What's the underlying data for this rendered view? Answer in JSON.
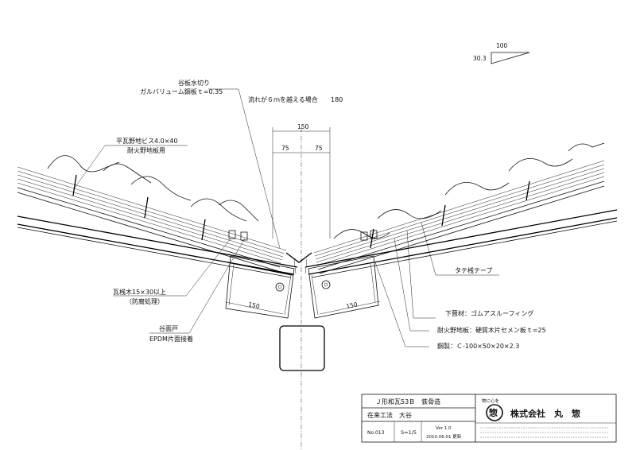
{
  "slope": {
    "run": "100",
    "rise": "30.3"
  },
  "labels": {
    "valley_flashing_1": "谷板水切り",
    "valley_flashing_2": "ガルバリューム鋼板ｔ=0.35",
    "note_flow": "流れが６ｍを越える場合",
    "note_flow_value": "180",
    "screw_1": "平瓦野地ビス4.0×40",
    "screw_2": "耐火野地板用",
    "batten_1": "瓦桟木15×30以上",
    "batten_2": "（防腐処理）",
    "valley_seal_1": "谷面戸",
    "valley_seal_2": "EPDM片面接着",
    "tape": "タテ桟テープ",
    "underlay": "下葺材：ゴムアスルーフィング",
    "fire_board": "耐火野地板：硬質木片セメン板ｔ=25",
    "steel": "鋼製：Ｃ-100×50×20×2.3"
  },
  "dims": {
    "top_total": "150",
    "top_left": "75",
    "top_right": "75",
    "left_bottom": "150",
    "right_bottom": "150"
  },
  "title_block": {
    "title": "Ｊ形和瓦53Ｂ　鉄骨造",
    "subtitle": "在来工法　大谷",
    "number": "No.013",
    "scale": "S=1/5",
    "version": "Ver 1.0",
    "date": "2010.06.01 更新",
    "slogan": "物に心を",
    "company": "株式会社　丸　惣",
    "logo_char": "惣"
  }
}
